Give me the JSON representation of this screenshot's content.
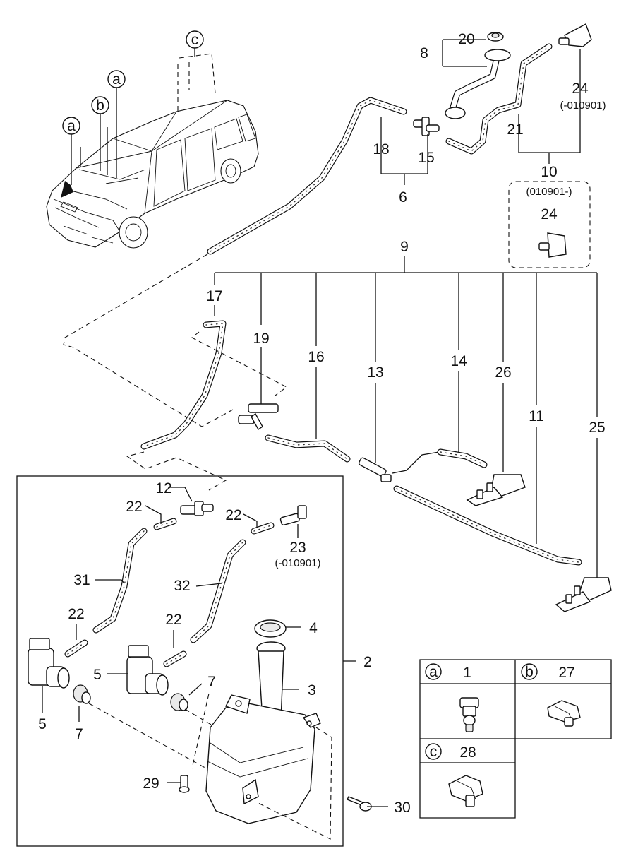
{
  "callouts": {
    "c1": "1",
    "c2": "2",
    "c3": "3",
    "c4": "4",
    "c5a": "5",
    "c5b": "5",
    "c6": "6",
    "c7a": "7",
    "c7b": "7",
    "c8": "8",
    "c9": "9",
    "c10": "10",
    "c11": "11",
    "c12": "12",
    "c13": "13",
    "c14": "14",
    "c15": "15",
    "c16": "16",
    "c17": "17",
    "c18": "18",
    "c19": "19",
    "c20": "20",
    "c21": "21",
    "c22a": "22",
    "c22b": "22",
    "c22c": "22",
    "c22d": "22",
    "c23": "23",
    "c24a": "24",
    "c24b": "24",
    "c25": "25",
    "c26": "26",
    "c27": "27",
    "c28": "28",
    "c29": "29",
    "c30": "30",
    "c31": "31",
    "c32": "32"
  },
  "notes": {
    "upto_24": "(-010901)",
    "from_24": "(010901-)",
    "upto_23": "(-010901)"
  },
  "view_markers": {
    "a1": "a",
    "a2": "a",
    "b": "b",
    "c": "c"
  },
  "legend": {
    "cells": [
      {
        "letter": "a",
        "part": "1"
      },
      {
        "letter": "b",
        "part": "27"
      },
      {
        "letter": "c",
        "part": "28"
      }
    ]
  },
  "colors": {
    "ink": "#111111",
    "paper": "#ffffff"
  }
}
